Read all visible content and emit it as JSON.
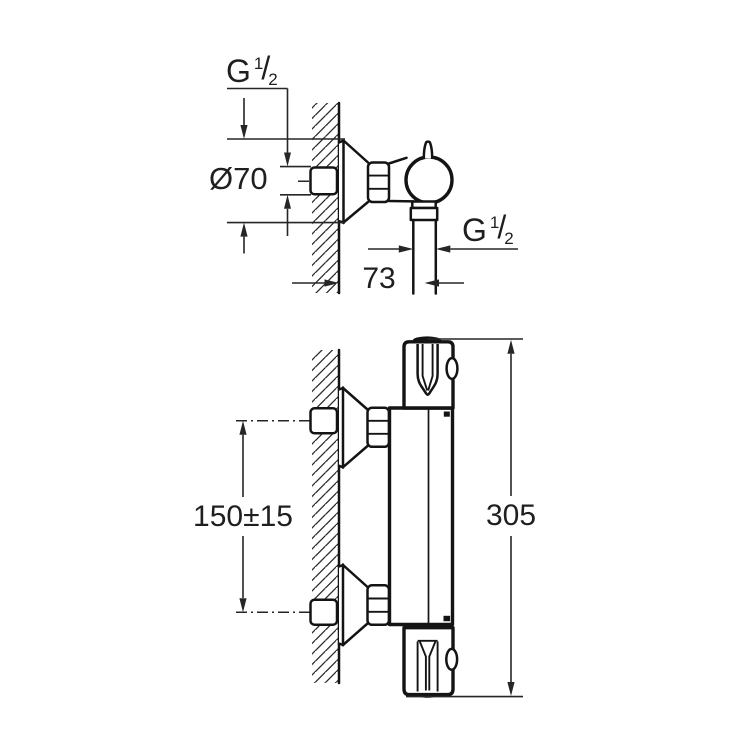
{
  "colors": {
    "background": "#ffffff",
    "line": "#141414",
    "dimension_line": "#262626",
    "text": "#1f1f1f"
  },
  "drawing": {
    "type": "technical-dimension-drawing",
    "views": {
      "side_view": {
        "dimensions": {
          "wall_union_thread": {
            "prefix": "G",
            "numerator": "1",
            "slash": "/",
            "denominator": "2"
          },
          "escutcheon_diameter": "Ø70",
          "outlet_thread": {
            "prefix": "G",
            "numerator": "1",
            "slash": "/",
            "denominator": "2"
          },
          "wall_to_outlet_center": "73"
        }
      },
      "front_view": {
        "dimensions": {
          "connection_center_distance": "150±15",
          "overall_height": "305"
        }
      }
    }
  }
}
